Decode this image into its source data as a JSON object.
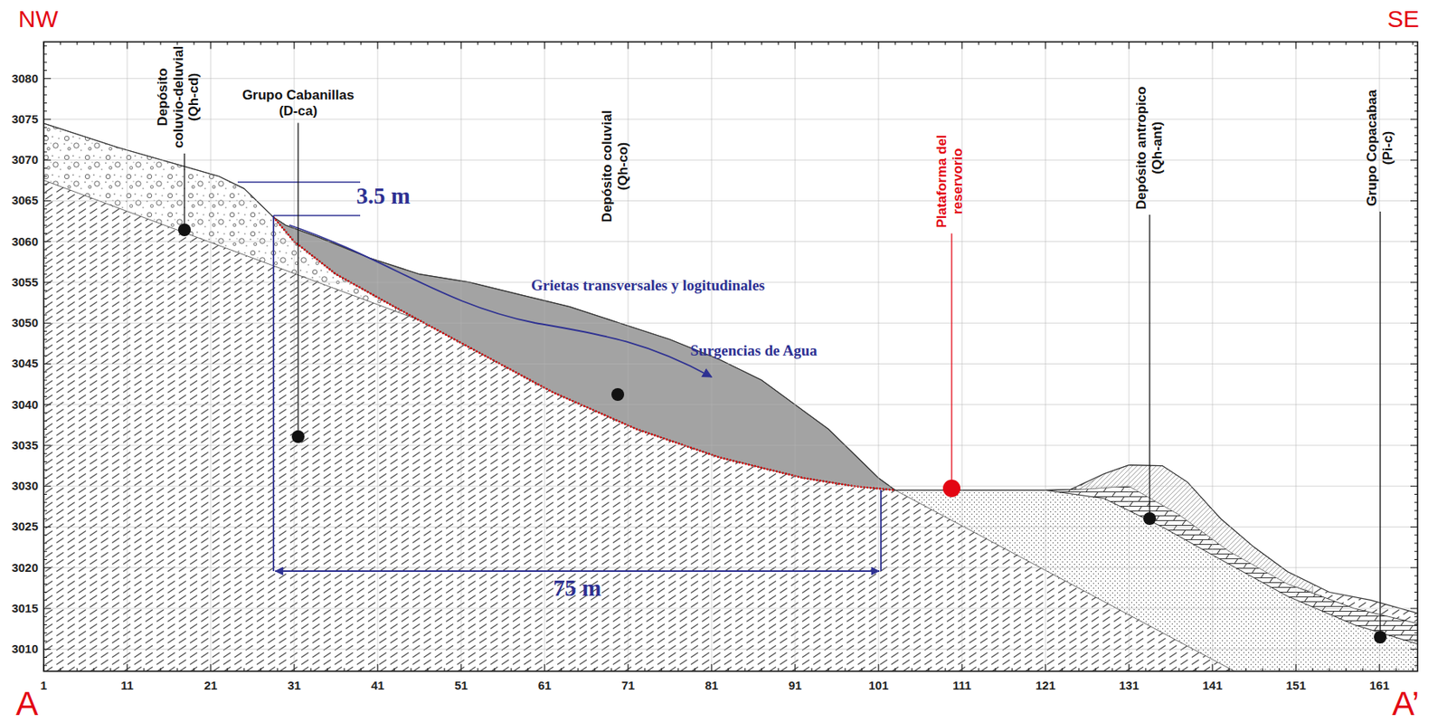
{
  "diagram": {
    "labels": [
      "NW",
      "SE",
      "1",
      "11",
      "21",
      "31",
      "41",
      "51",
      "61",
      "71",
      "81",
      "91",
      "101",
      "111",
      "121",
      "131",
      "141",
      "151",
      "161",
      "3080",
      "3075",
      "3070",
      "3065",
      "3060",
      "3055",
      "3050",
      "3045",
      "3040",
      "3035",
      "3030",
      "3025",
      "3020",
      "3015",
      "3010",
      "Depósito coluvio-deluvial (Qh-cd)",
      "Grupo Cabanillas (D-ca)",
      "3.5 m",
      "Depósito coluvial (Qh-co)",
      "Grietas transversales y logitudinales",
      "Surgencias de Agua",
      "75 m",
      "Plataforma del reservorio",
      "Depósito antropico (Qh-ant)",
      "Grupo Copacabaa (Pi-c)",
      "A",
      "A’"
    ]
  }
}
